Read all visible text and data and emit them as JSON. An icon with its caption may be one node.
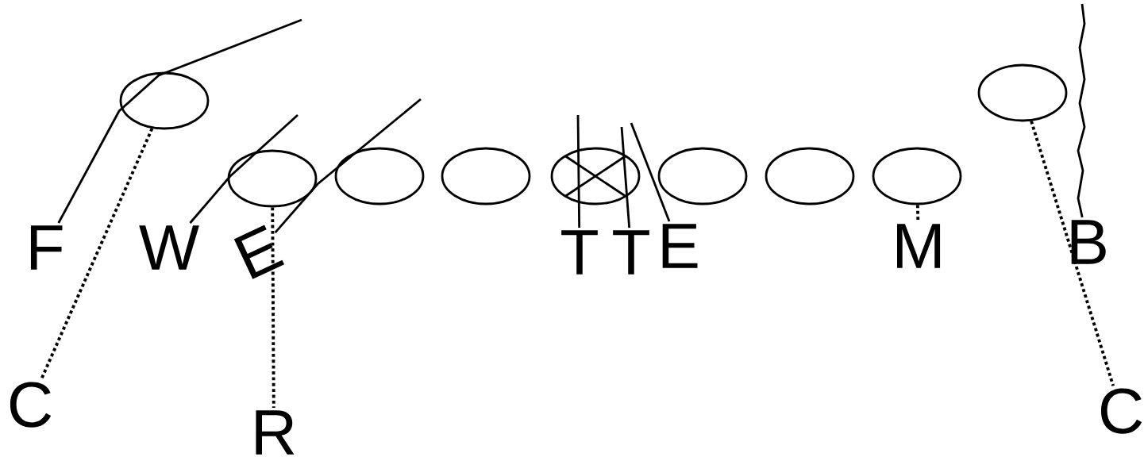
{
  "diagram": {
    "nodes": [
      {
        "text": [],
        "shape": "ellipse"
      },
      {
        "text": [],
        "shape": "ellipse"
      },
      {
        "text": [],
        "shape": "ellipse"
      },
      {
        "text": [],
        "shape": "ellipse"
      },
      {
        "text": [],
        "shape": "ellipse"
      },
      {
        "text": [],
        "shape": "crossed"
      },
      {
        "text": [],
        "shape": "ellipse"
      },
      {
        "text": [],
        "shape": "ellipse"
      },
      {
        "text": [],
        "shape": "ellipse"
      },
      {
        "text": [
          "F"
        ]
      },
      {
        "text": [
          "W"
        ]
      },
      {
        "text": [
          "E"
        ]
      },
      {
        "text": [
          "T"
        ]
      },
      {
        "text": [
          "T"
        ]
      },
      {
        "text": [
          "E"
        ]
      },
      {
        "text": [
          "M"
        ]
      },
      {
        "text": [
          "B"
        ]
      },
      {
        "text": [
          "C"
        ]
      },
      {
        "text": [
          "C"
        ]
      },
      {
        "text": [
          "R"
        ]
      }
    ],
    "edges": [
      {
        "from": 9,
        "to": null,
        "arrow": "none"
      },
      {
        "from": 10,
        "to": null,
        "arrow": "none"
      },
      {
        "from": 11,
        "to": null,
        "arrow": "none"
      },
      {
        "from": 12,
        "to": null,
        "arrow": "none"
      },
      {
        "from": 13,
        "to": null,
        "arrow": "none"
      },
      {
        "from": 14,
        "to": null,
        "arrow": "none"
      },
      {
        "from": 16,
        "to": null,
        "arrow": "none"
      },
      {
        "from": 0,
        "to": 17,
        "arrow": "none",
        "style": "dashed"
      },
      {
        "from": 2,
        "to": 19,
        "arrow": "none",
        "style": "dashed"
      },
      {
        "from": 8,
        "to": 15,
        "arrow": "none",
        "style": "dashed"
      },
      {
        "from": 1,
        "to": 18,
        "arrow": "none",
        "style": "dashed"
      }
    ]
  }
}
